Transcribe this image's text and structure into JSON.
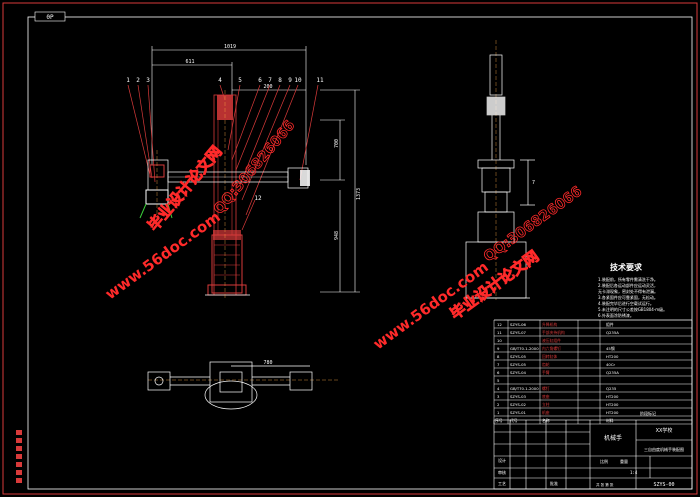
{
  "sheet": {
    "corner_tag": "0P",
    "tech_title": "技术要求",
    "tech_lines": [
      "1.装配前，所有零件需清洗干净。",
      "2.装配后各运动部件应运动灵活，",
      "  无卡滞现象，密封处不得有泄漏。",
      "3.各紧固件应可靠紧固，无松动。",
      "4.装配完毕后进行空载试运行。",
      "5.未注明的尺寸公差按GB1804-m级。",
      "6.外表面涂防锈漆。"
    ]
  },
  "dimensions": {
    "top_overall": "1019",
    "top_left": "611",
    "top_mid": "200",
    "right_height": "1373",
    "right_upper": "700",
    "right_lower": "948",
    "side_small": "7",
    "plan_width": "780"
  },
  "balloons": [
    "1",
    "2",
    "3",
    "4",
    "5",
    "6",
    "7",
    "8",
    "9",
    "10",
    "11",
    "12"
  ],
  "watermarks": {
    "url": "www.56doc.com",
    "qq": "QQ:306826066",
    "cn": "毕业设计论文网"
  },
  "bom": {
    "rows": [
      {
        "no": "12",
        "code": "SZYS-06",
        "name": "升降机构",
        "mat": "组件"
      },
      {
        "no": "11",
        "code": "SZYS-07",
        "name": "手部夹持机构",
        "mat": "Q235A"
      },
      {
        "no": "10",
        "code": "",
        "name": "液压缸组件",
        "mat": ""
      },
      {
        "no": "9",
        "code": "GB/T70.1-2000",
        "name": "内六角螺钉",
        "mat": "45钢"
      },
      {
        "no": "8",
        "code": "SZYS-05",
        "name": "回转缸体",
        "mat": "HT200"
      },
      {
        "no": "7",
        "code": "SZYS-05",
        "name": "齿轮",
        "mat": "40Cr"
      },
      {
        "no": "6",
        "code": "SZYS-04",
        "name": "手臂",
        "mat": "Q235A"
      },
      {
        "no": "5",
        "code": "",
        "name": "",
        "mat": ""
      },
      {
        "no": "4",
        "code": "GB/T70.1-2000",
        "name": "螺钉",
        "mat": "Q235"
      },
      {
        "no": "3",
        "code": "SZYS-03",
        "name": "底座",
        "mat": "HT200"
      },
      {
        "no": "2",
        "code": "SZYS-02",
        "name": "立柱",
        "mat": "HT200"
      },
      {
        "no": "1",
        "code": "SZYS-01",
        "name": "机座",
        "mat": "HT200"
      }
    ],
    "header": {
      "no": "序号",
      "code": "代号",
      "name": "名称",
      "mat": "材料"
    }
  },
  "title_block": {
    "drawing_name": "机械手",
    "school": "XX学校",
    "subtitle": "三自由度机械手装配图",
    "drawing_no": "SZYS-00",
    "scale_label": "比例",
    "weight_label": "重量",
    "sheet_label": "共 张 第 张",
    "designer": "设计",
    "checker": "审核",
    "process": "工艺",
    "approve": "批准",
    "stage": "阶段标记",
    "scale_value": "1:4"
  }
}
